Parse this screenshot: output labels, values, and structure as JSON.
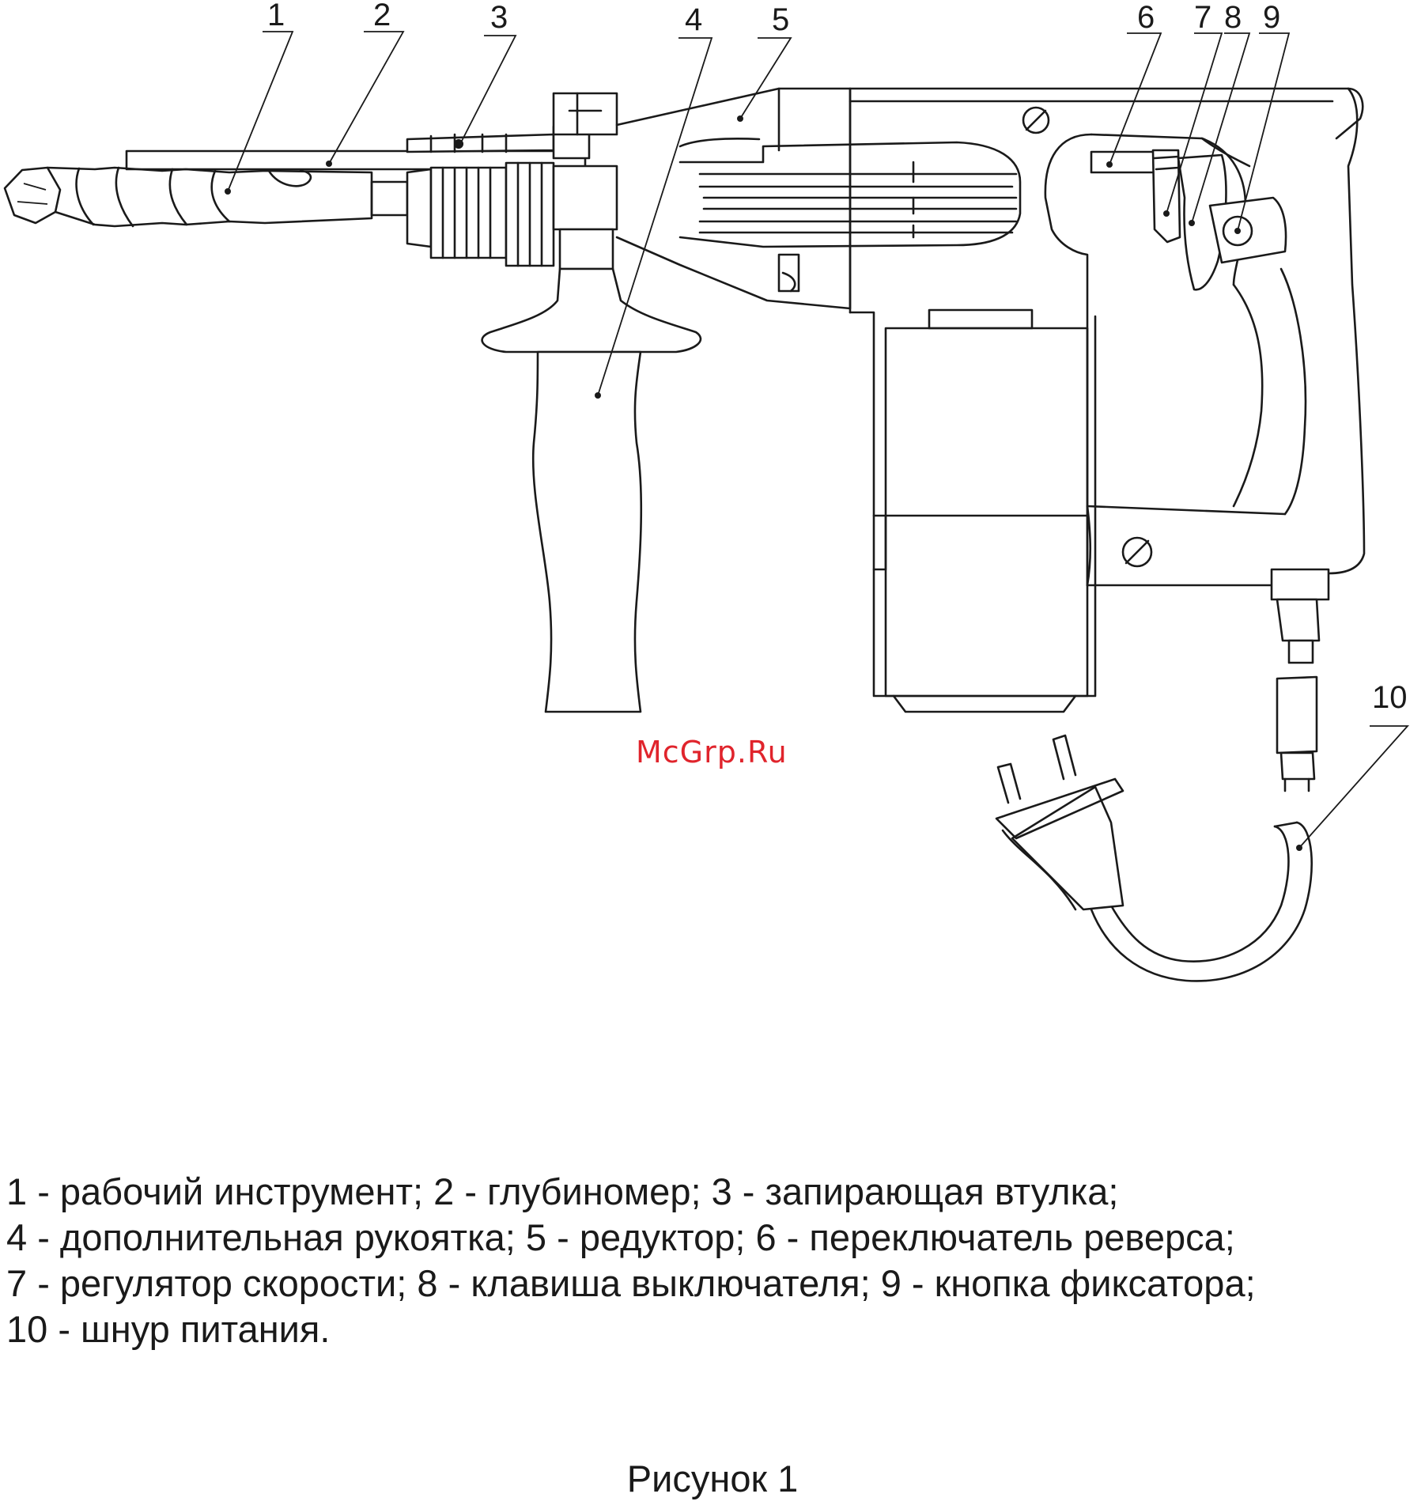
{
  "figure": {
    "callouts": [
      "1",
      "2",
      "3",
      "4",
      "5",
      "6",
      "7",
      "8",
      "9",
      "10"
    ],
    "watermark": "McGrp.Ru",
    "legend": [
      "1 - рабочий инструмент; 2 - глубиномер; 3 - запирающая втулка;",
      "4 - дополнительная рукоятка; 5 - редуктор; 6 - переключатель реверса;",
      "7 - регулятор скорости; 8 - клавиша выключателя; 9 - кнопка фиксатора;",
      "10 - шнур питания."
    ],
    "caption": "Рисунок 1"
  }
}
